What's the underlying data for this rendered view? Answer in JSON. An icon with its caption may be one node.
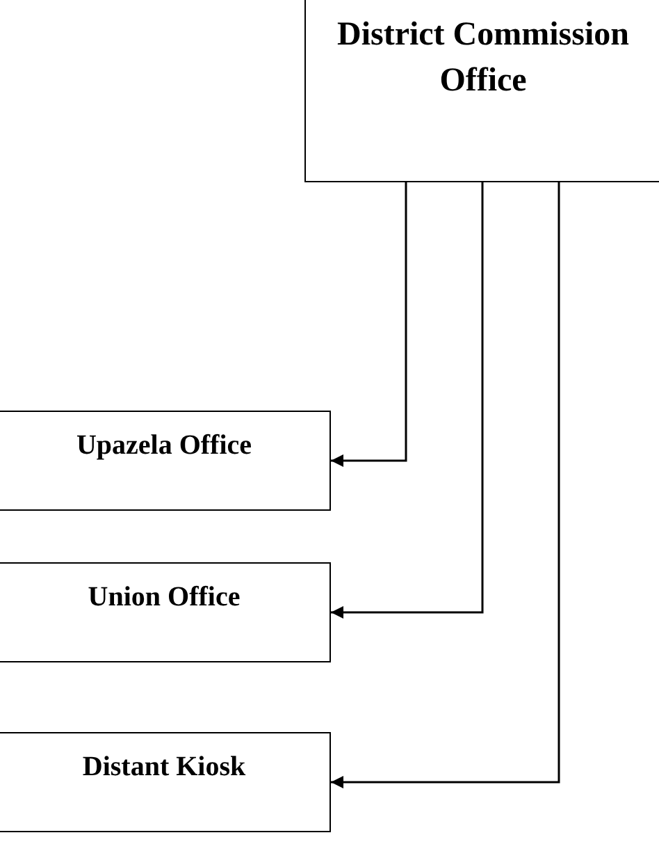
{
  "diagram": {
    "nodes": [
      {
        "text": [
          "District Commission Office"
        ]
      },
      {
        "text": [
          "Upazela Office"
        ]
      },
      {
        "text": [
          "Union Office"
        ]
      },
      {
        "text": [
          "Distant Kiosk"
        ]
      }
    ],
    "edges": [
      {
        "from": 0,
        "to": 1,
        "arrow": "to"
      },
      {
        "from": 0,
        "to": 2,
        "arrow": "to"
      },
      {
        "from": 0,
        "to": 3,
        "arrow": "to"
      }
    ]
  }
}
